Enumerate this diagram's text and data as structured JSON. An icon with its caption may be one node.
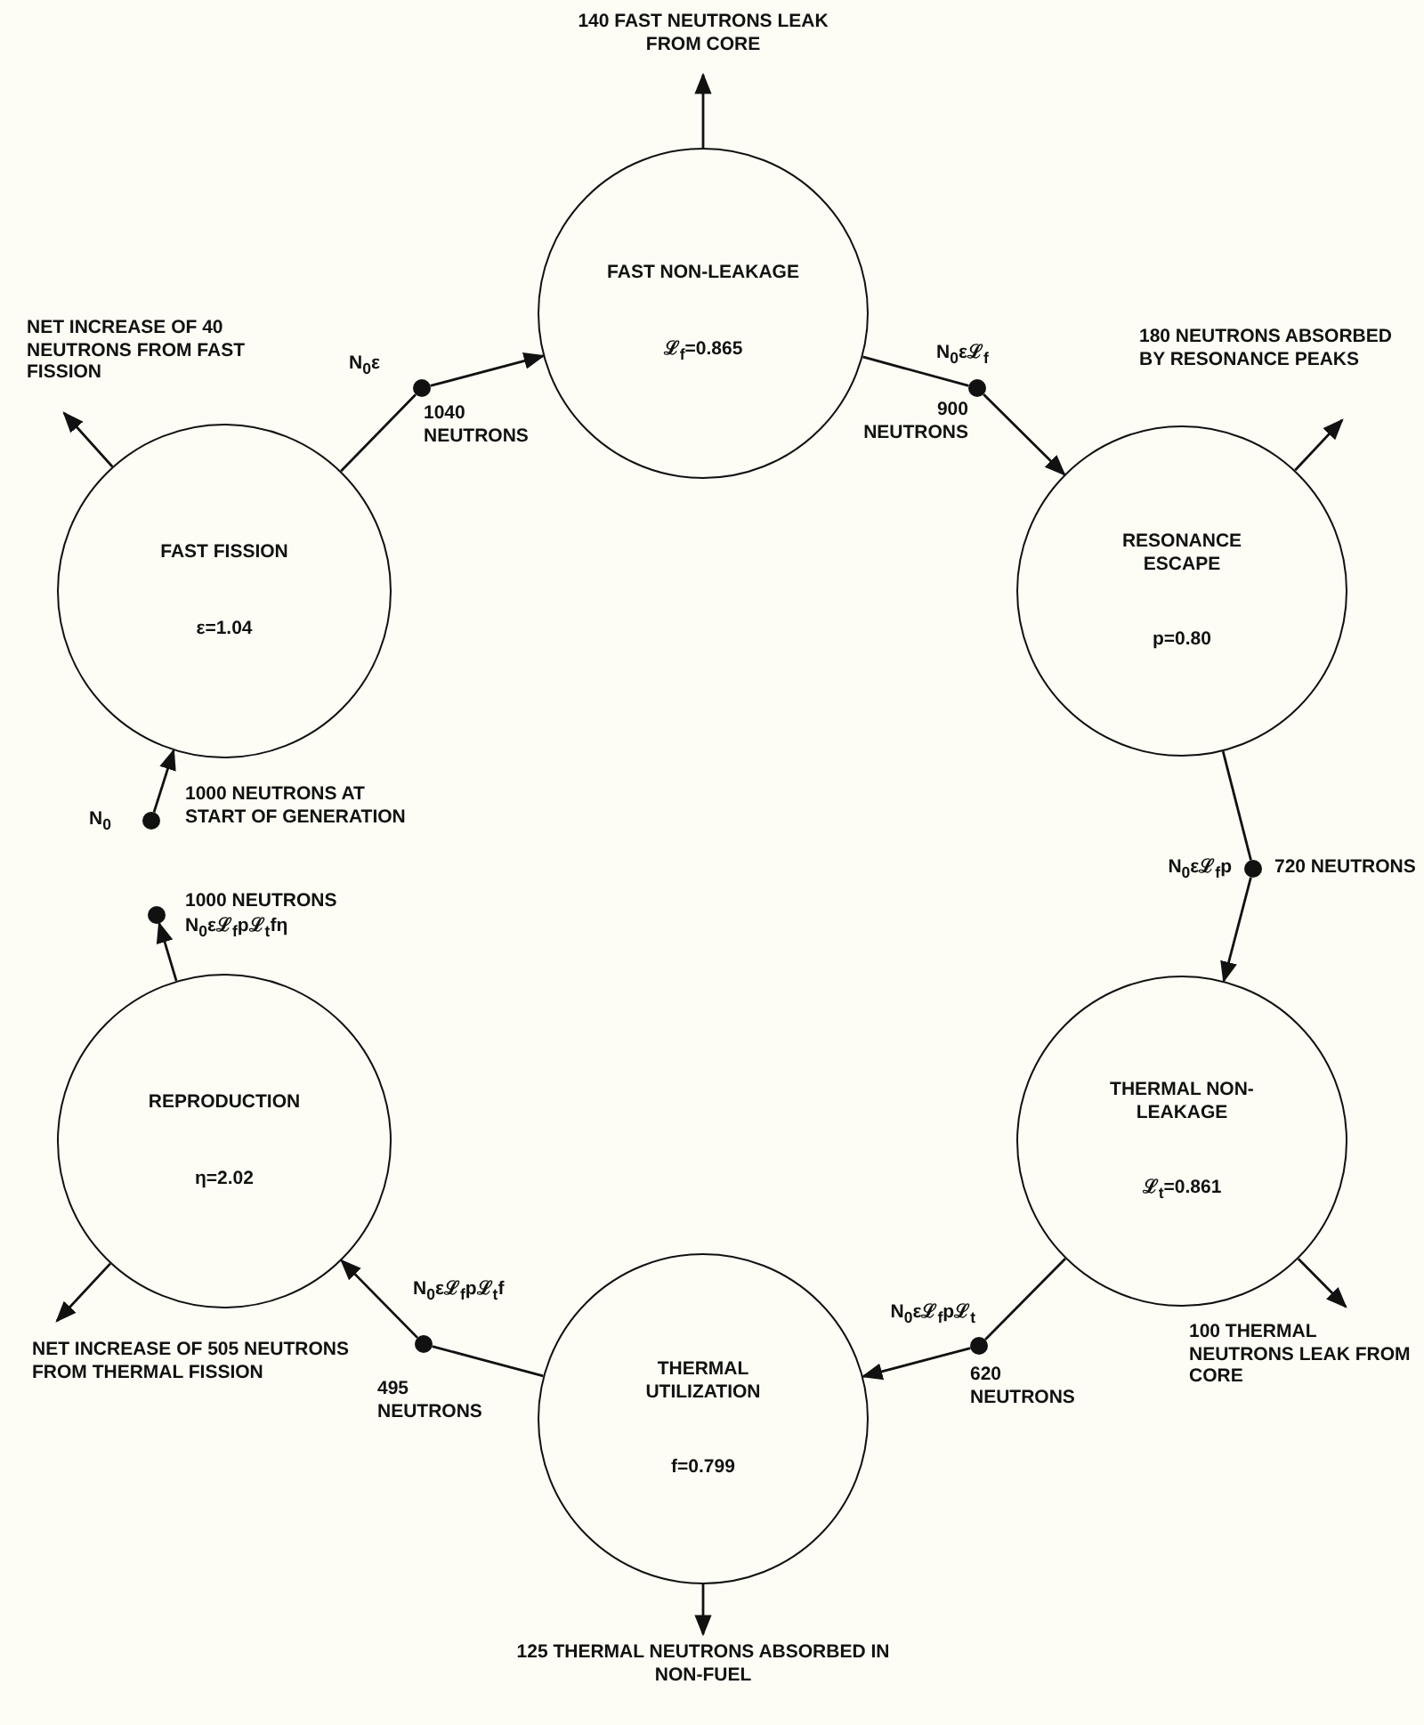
{
  "diagram": {
    "nodes": [
      {
        "text": [
          "140 FAST NEUTRONS LEAK FROM CORE"
        ]
      },
      {
        "text": [
          "FAST NON-LEAKAGE",
          "ℒ$_{f}$=0.865"
        ]
      },
      {
        "text": [
          "NET INCREASE OF 40 NEUTRONS FROM FAST FISSION"
        ]
      },
      {
        "text": [],
        "shape": "circle",
        "beside": [
          "N$_{0}$ε",
          "1040 NEUTRONS"
        ]
      },
      {
        "text": [],
        "shape": "circle",
        "beside": [
          "N$_{0}$εℒ$_{f}$",
          "900 NEUTRONS"
        ]
      },
      {
        "text": [
          "180 NEUTRONS ABSORBED BY RESONANCE PEAKS"
        ]
      },
      {
        "text": [
          "FAST FISSION",
          "ε=1.04"
        ]
      },
      {
        "text": [
          "RESONANCE ESCAPE",
          "p=0.80"
        ]
      },
      {
        "text": [],
        "shape": "circle",
        "beside": [
          "N$_{0}$",
          "1000 NEUTRONS AT START OF GENERATION"
        ]
      },
      {
        "text": [],
        "shape": "circle",
        "beside": [
          "N$_{0}$εℒ$_{f}$p",
          "720 NEUTRONS"
        ]
      },
      {
        "text": [],
        "shape": "circle",
        "beside": [
          "1000 NEUTRONS",
          "N$_{0}$εℒ$_{f}$pℒ$_{t}$fη"
        ]
      },
      {
        "text": [
          "REPRODUCTION",
          "η=2.02"
        ]
      },
      {
        "text": [
          "THERMAL NON-LEAKAGE",
          "ℒ$_{t}$=0.861"
        ]
      },
      {
        "text": [],
        "shape": "circle",
        "beside": [
          "N$_{0}$εℒ$_{f}$pℒ$_{t}$f",
          "495 NEUTRONS"
        ]
      },
      {
        "text": [],
        "shape": "circle",
        "beside": [
          "N$_{0}$εℒ$_{f}$pℒ$_{t}$",
          "620 NEUTRONS"
        ]
      },
      {
        "text": [
          "NET INCREASE OF 505 NEUTRONS FROM THERMAL FISSION"
        ]
      },
      {
        "text": [
          "100 THERMAL NEUTRONS LEAK FROM CORE"
        ]
      },
      {
        "text": [
          "THERMAL UTILIZATION",
          "f=0.799"
        ]
      },
      {
        "text": [
          "125 THERMAL NEUTRONS ABSORBED IN NON-FUEL"
        ]
      }
    ],
    "edges": [
      {
        "from": 1,
        "to": 0,
        "arrow": "to"
      },
      {
        "from": 6,
        "to": 2,
        "arrow": "to"
      },
      {
        "from": 6,
        "to": 3,
        "arrow": "none"
      },
      {
        "from": 3,
        "to": 1,
        "arrow": "to"
      },
      {
        "from": 1,
        "to": 4,
        "arrow": "none"
      },
      {
        "from": 4,
        "to": 7,
        "arrow": "to"
      },
      {
        "from": 7,
        "to": 5,
        "arrow": "to"
      },
      {
        "from": 7,
        "to": 9,
        "arrow": "none"
      },
      {
        "from": 9,
        "to": 12,
        "arrow": "to"
      },
      {
        "from": 8,
        "to": 6,
        "arrow": "to"
      },
      {
        "from": 11,
        "to": 10,
        "arrow": "to"
      },
      {
        "from": 12,
        "to": 14,
        "arrow": "none"
      },
      {
        "from": 14,
        "to": 17,
        "arrow": "to"
      },
      {
        "from": 17,
        "to": 13,
        "arrow": "none"
      },
      {
        "from": 13,
        "to": 11,
        "arrow": "to"
      },
      {
        "from": 12,
        "to": 16,
        "arrow": "to"
      },
      {
        "from": 11,
        "to": 15,
        "arrow": "to"
      },
      {
        "from": 17,
        "to": 18,
        "arrow": "to"
      }
    ]
  }
}
